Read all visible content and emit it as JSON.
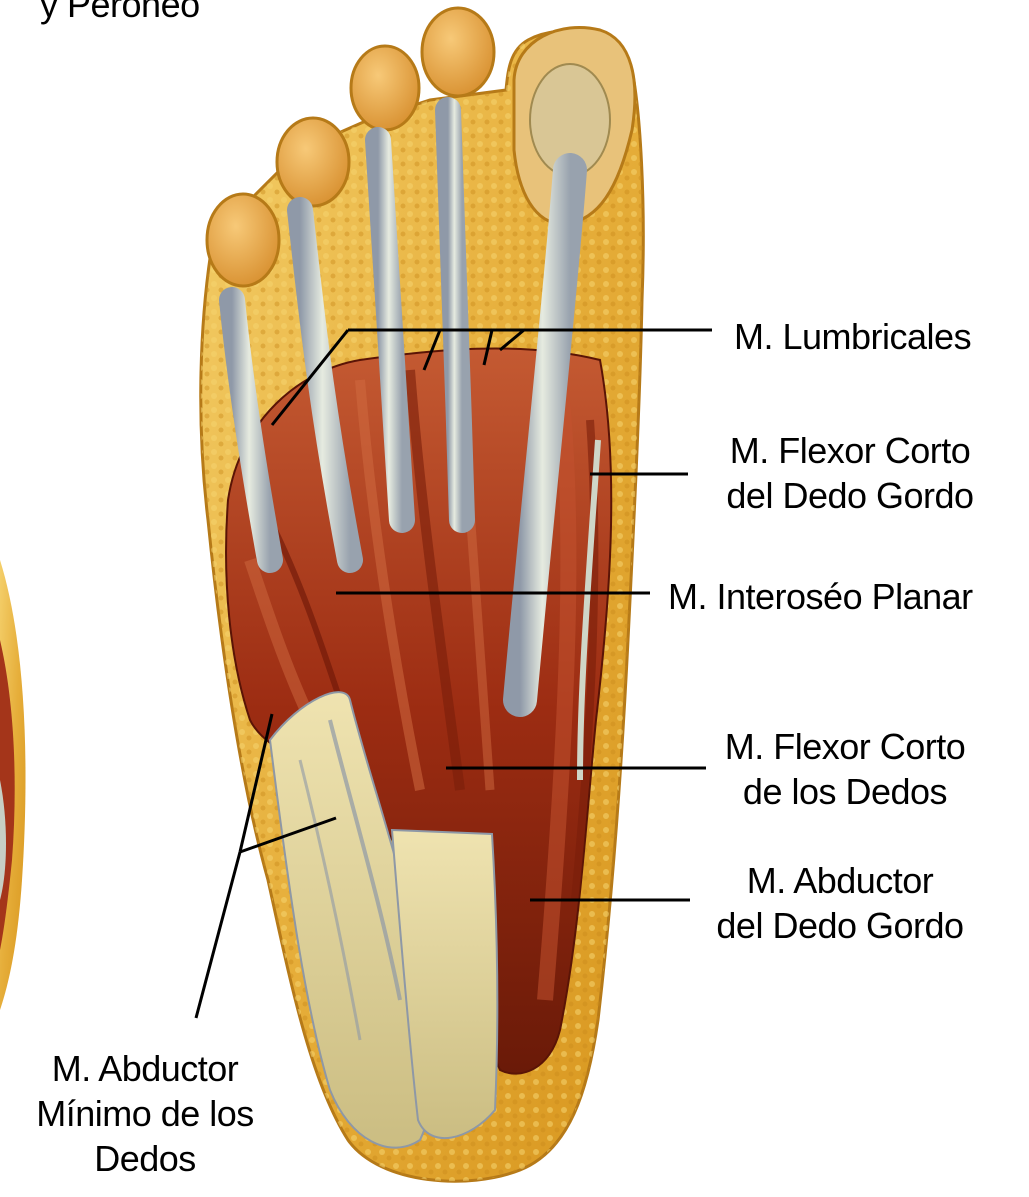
{
  "figure": {
    "corner_caption_fragment": "y Peroneo",
    "labels": {
      "lumbricales": [
        "M. Lumbricales"
      ],
      "flexor_corto_dedo_gordo": [
        "M. Flexor Corto",
        "del Dedo Gordo"
      ],
      "interoseo_planar": [
        "M. Interoséo Planar"
      ],
      "flexor_corto_dedos": [
        "M. Flexor Corto",
        "de los Dedos"
      ],
      "abductor_dedo_gordo": [
        "M. Abductor",
        "del Dedo Gordo"
      ],
      "abductor_minimo": [
        "M. Abductor",
        "Mínimo de los",
        "Dedos"
      ]
    }
  },
  "colors": {
    "fat": "#e8b648",
    "fat_dark": "#c98a1c",
    "skin": "#f2c46a",
    "muscle": "#9a2a10",
    "muscle_light": "#c24e2a",
    "muscle_dark": "#5a1406",
    "tendon": "#c7cfc4",
    "tendon_shadow": "#8e98a6",
    "aponeurosis": "#e9dca6",
    "leader": "#000000"
  }
}
